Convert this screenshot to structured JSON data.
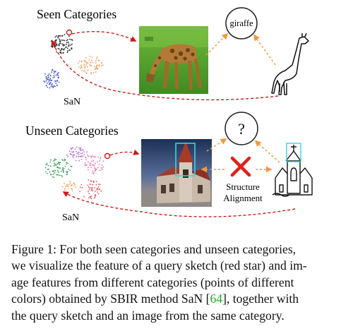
{
  "figure": {
    "seen_heading": "Seen Categories",
    "unseen_heading": "Unseen Categories",
    "san_label_top": "SaN",
    "san_label_bottom": "SaN",
    "giraffe_label": "giraffe",
    "unknown_label": "?",
    "structure_label_1": "Structure",
    "structure_label_2": "Alignment",
    "colors": {
      "arrow_red": "#d01818",
      "arrow_orange": "#ef9a3c",
      "cross_red": "#e0201a",
      "box_cyan": "#35d4e6",
      "cluster_black": "#222222",
      "cluster_blue": "#4050c8",
      "cluster_orange": "#f0a060",
      "cluster_green": "#3aa05a",
      "cluster_pink": "#e070a8",
      "cluster_purple": "#b070d0",
      "cluster_red": "#e05060"
    }
  },
  "caption": {
    "line1": "Figure 1: For both seen categories and unseen categories,",
    "line2": "we visualize the feature of a query sketch (red star) and im-",
    "line3": "age features from different categories (points of different",
    "line4a": "colors) obtained by SBIR method SaN [",
    "cite": "64",
    "line4b": "], together with",
    "line5": "the query sketch and an image from the same category."
  }
}
